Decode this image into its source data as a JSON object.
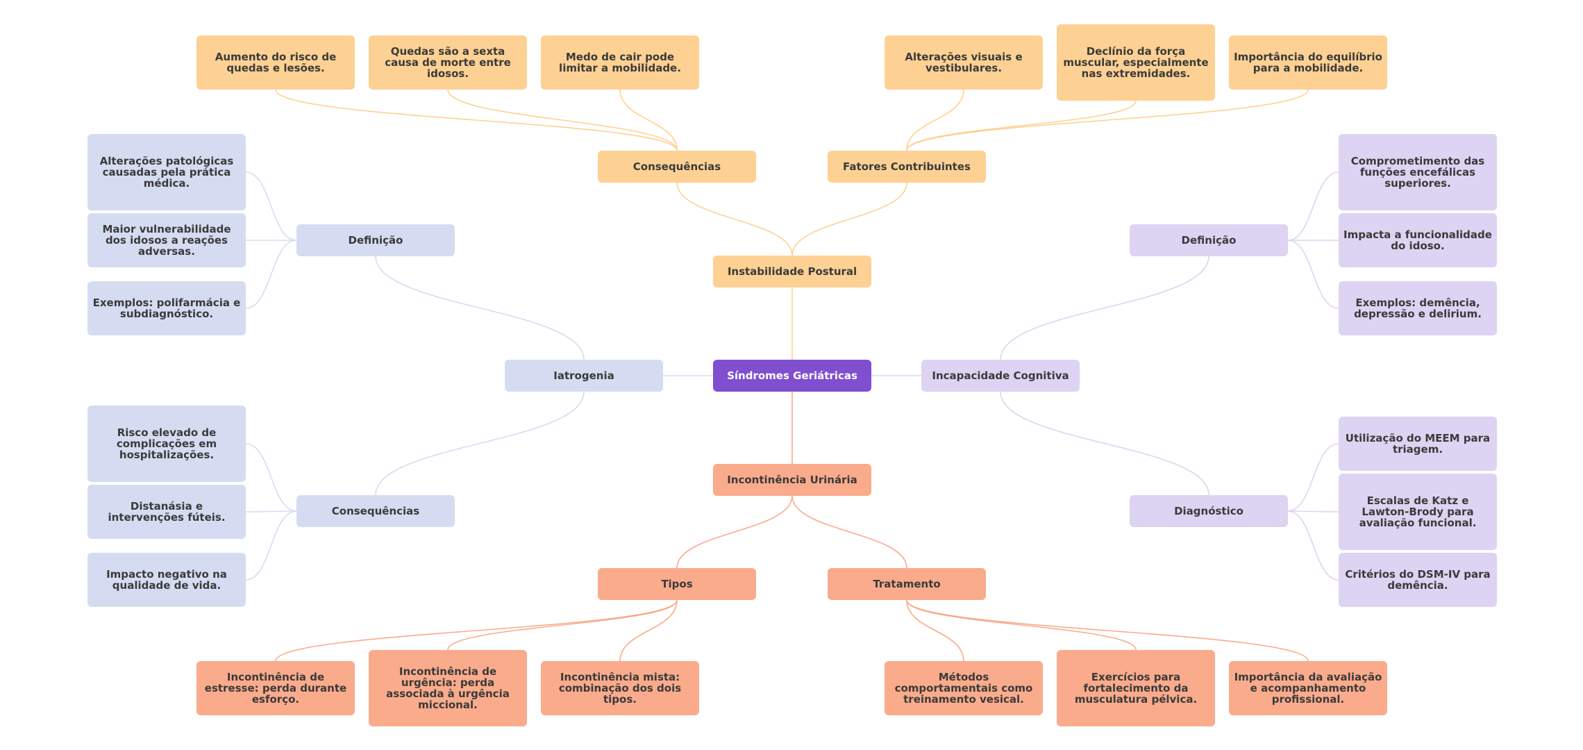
{
  "colors": {
    "root": "#7f4fcf",
    "postural": "#fdd193",
    "iatrogenia": "#d5dcf2",
    "cognitiva": "#ddd3f2",
    "urinaria": "#f9ab8c"
  },
  "nodes": {
    "root": "Síndromes Geriátricas",
    "instabilidade": "Instabilidade Postural",
    "consequencias_top": "Consequências",
    "fatores": "Fatores Contribuintes",
    "risco_quedas": "Aumento do risco de quedas e lesões.",
    "quedas_sexta": "Quedas são a sexta causa de morte entre idosos.",
    "medo_cair": "Medo de cair pode limitar a mobilidade.",
    "alteracoes_visuais": "Alterações visuais e vestibulares.",
    "declinio_forca": "Declínio da força muscular, especialmente nas extremidades.",
    "importancia_equilibrio": "Importância do equilíbrio para a mobilidade.",
    "iatrogenia": "Iatrogenia",
    "iat_definicao": "Definição",
    "iat_consequencias": "Consequências",
    "alteracoes_patologicas": "Alterações patológicas causadas pela prática médica.",
    "maior_vulnerabilidade": "Maior vulnerabilidade dos idosos a reações adversas.",
    "exemplos_polifarmacia": "Exemplos: polifarmácia e subdiagnóstico.",
    "risco_elevado": "Risco elevado de complicações em hospitalizações.",
    "distanasia": "Distanásia e intervenções fúteis.",
    "impacto_negativo": "Impacto negativo na qualidade de vida.",
    "incapacidade": "Incapacidade Cognitiva",
    "cog_definicao": "Definição",
    "cog_diagnostico": "Diagnóstico",
    "comprometimento": "Comprometimento das funções encefálicas superiores.",
    "impacta_funcionalidade": "Impacta a funcionalidade do idoso.",
    "exemplos_demencia": "Exemplos: demência, depressão e delirium.",
    "meem": "Utilização do MEEM para triagem.",
    "katz": "Escalas de Katz e Lawton-Brody para avaliação funcional.",
    "dsm": "Critérios do DSM-IV para demência.",
    "incontinencia": "Incontinência Urinária",
    "tipos": "Tipos",
    "tratamento": "Tratamento",
    "estresse": "Incontinência de estresse: perda durante esforço.",
    "urgencia": "Incontinência de urgência: perda associada à urgência miccional.",
    "mista": "Incontinência mista: combinação dos dois tipos.",
    "metodos": "Métodos comportamentais como treinamento vesical.",
    "exercicios": "Exercícios para fortalecimento da musculatura pélvica.",
    "importancia_avaliacao": "Importância da avaliação e acompanhamento profissional."
  }
}
